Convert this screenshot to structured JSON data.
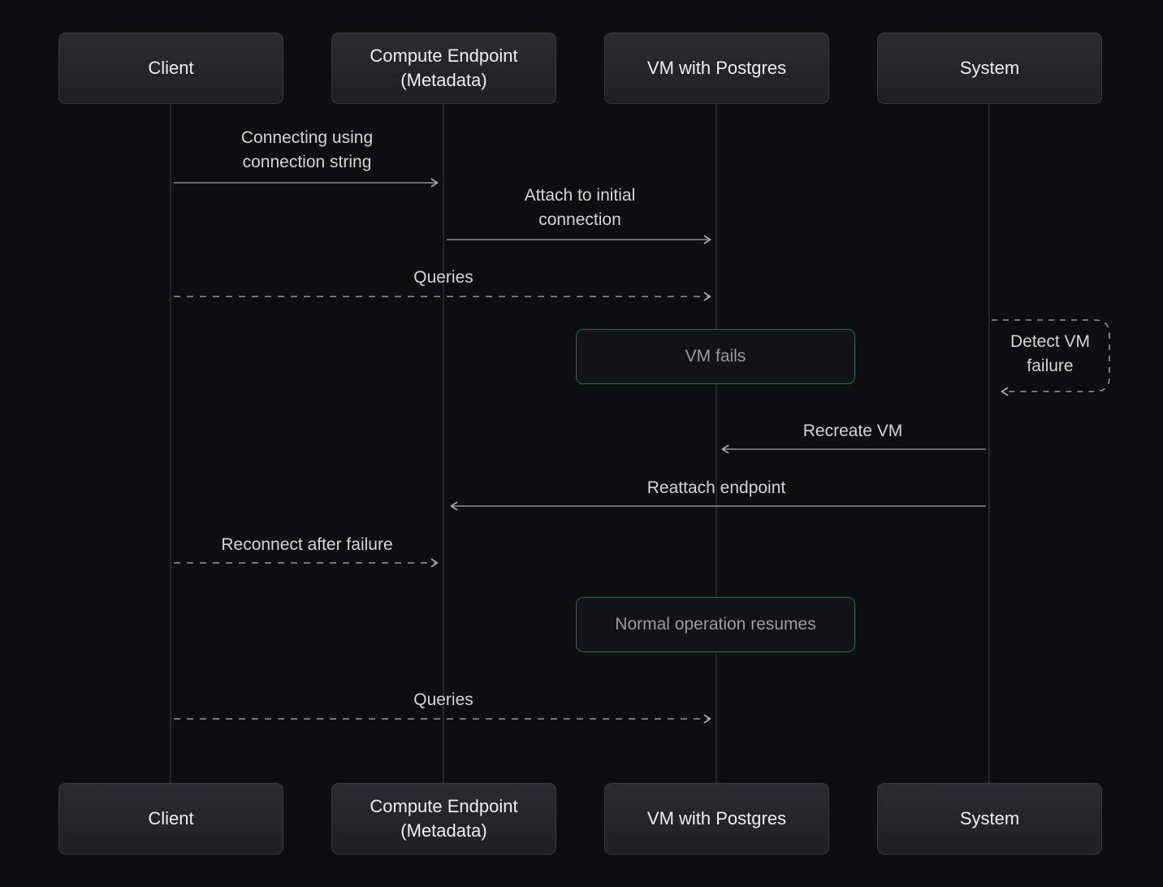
{
  "diagram_type": "sequence",
  "actors": [
    {
      "label": "Client"
    },
    {
      "label": "Compute Endpoint (Metadata)"
    },
    {
      "label": "VM with Postgres"
    },
    {
      "label": "System"
    }
  ],
  "messages": [
    {
      "label": "Connecting using connection string",
      "from": "Client",
      "to": "Compute Endpoint (Metadata)",
      "line": "solid",
      "direction": "right"
    },
    {
      "label": "Attach to initial connection",
      "from": "Compute Endpoint (Metadata)",
      "to": "VM with Postgres",
      "line": "solid",
      "direction": "right"
    },
    {
      "label": "Queries",
      "from": "Client",
      "to": "VM with Postgres",
      "line": "dashed",
      "direction": "right"
    },
    {
      "label": "Recreate VM",
      "from": "System",
      "to": "VM with Postgres",
      "line": "solid",
      "direction": "left"
    },
    {
      "label": "Reattach endpoint",
      "from": "System",
      "to": "Compute Endpoint (Metadata)",
      "line": "solid",
      "direction": "left"
    },
    {
      "label": "Reconnect after failure",
      "from": "Client",
      "to": "Compute Endpoint (Metadata)",
      "line": "dashed",
      "direction": "right"
    },
    {
      "label": "Queries",
      "from": "Client",
      "to": "VM with Postgres",
      "line": "dashed",
      "direction": "right"
    }
  ],
  "notes": [
    {
      "label": "VM fails",
      "over": "VM with Postgres"
    },
    {
      "label": "Normal operation resumes",
      "over": "VM with Postgres"
    }
  ],
  "self_message": {
    "label": "Detect VM failure",
    "actor": "System",
    "line": "dashed"
  },
  "colors": {
    "background": "#0e0e10",
    "actor_box_fill": "#26262a",
    "actor_box_border": "#3b3b42",
    "note_border_green": "#1d7355",
    "note_fill": "#131315",
    "arrow_gray": "#96969c",
    "label_text": "#d4d4d9",
    "note_text": "#9b9ba2",
    "actor_text": "#eeeef1",
    "lifeline": "#2d2d31"
  }
}
